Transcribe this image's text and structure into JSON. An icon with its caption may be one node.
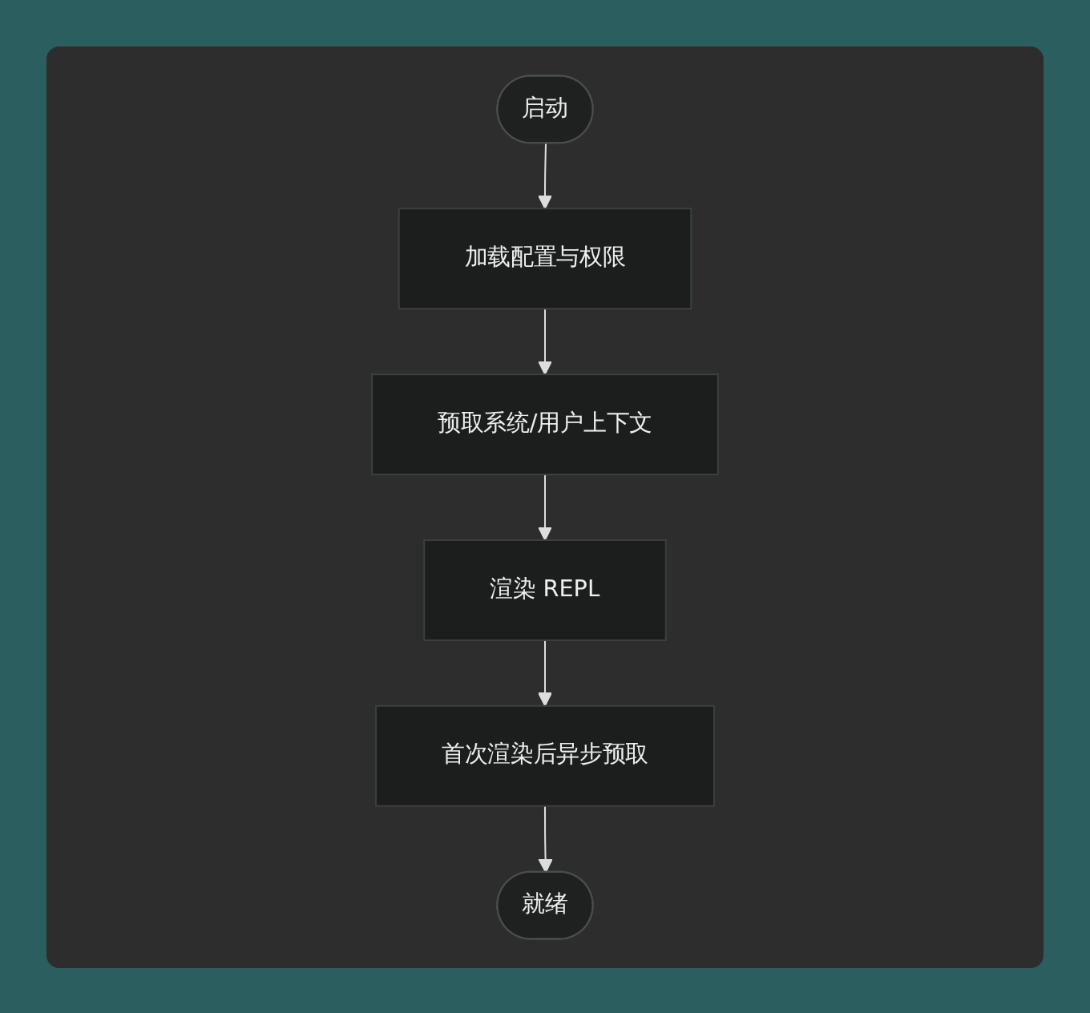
{
  "diagram": {
    "nodes": [
      {
        "text": [
          "启动"
        ]
      },
      {
        "text": [
          "加载配置与权限"
        ]
      },
      {
        "text": [
          "预取系统/用户上下文"
        ]
      },
      {
        "text": [
          "渲染 REPL"
        ]
      },
      {
        "text": [
          "首次渲染后异步预取"
        ]
      },
      {
        "text": [
          "就绪"
        ]
      }
    ],
    "edges": [
      {
        "from": 0,
        "to": 1,
        "arrow": "to"
      },
      {
        "from": 1,
        "to": 2,
        "arrow": "to"
      },
      {
        "from": 2,
        "to": 3,
        "arrow": "to"
      },
      {
        "from": 3,
        "to": 4,
        "arrow": "to"
      },
      {
        "from": 4,
        "to": 5,
        "arrow": "to"
      }
    ]
  }
}
